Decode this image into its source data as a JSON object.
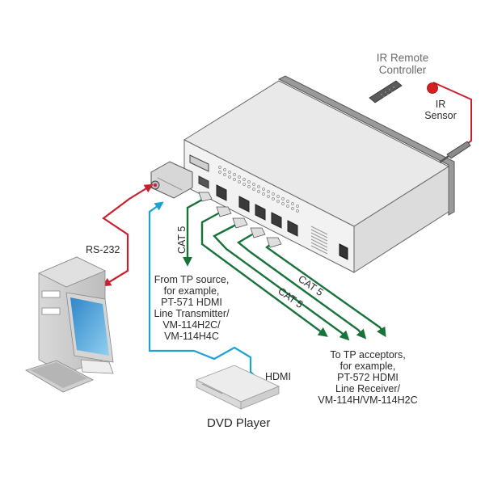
{
  "labels": {
    "ir_remote": [
      "IR Remote",
      "Controller"
    ],
    "ir_sensor": [
      "IR",
      "Sensor"
    ],
    "rs232": "RS-232",
    "cat5_vertical": "CAT 5",
    "cat5_upper": "CAT 5",
    "cat5_lower": "CAT 5",
    "hdmi": "HDMI",
    "dvd_player": "DVD Player",
    "from_tp_source": [
      "From TP source,",
      "for example,",
      "PT-571 HDMI",
      "Line Transmitter/",
      "VM-114H2C/",
      "VM-114H4C"
    ],
    "to_tp_acceptors": [
      "To TP acceptors,",
      "for example,",
      "PT-572 HDMI",
      "Line Receiver/",
      "VM-114H/VM-114H2C"
    ]
  },
  "colors": {
    "rs232_cable": "#c8202e",
    "ir_cable": "#c8202e",
    "hdmi_cable": "#1aa3d1",
    "cat5_cable": "#17733a",
    "device_body": "#e3e3e3",
    "device_top": "#ececec",
    "label_gray": "#6b6b6b",
    "label_dark": "#2a2a2a"
  },
  "devices": {
    "main_unit": "matrix-switcher",
    "computer": "pc-tower-with-monitor",
    "dvd": "dvd-player",
    "remote": "ir-remote-controller",
    "sensor": "ir-sensor"
  }
}
